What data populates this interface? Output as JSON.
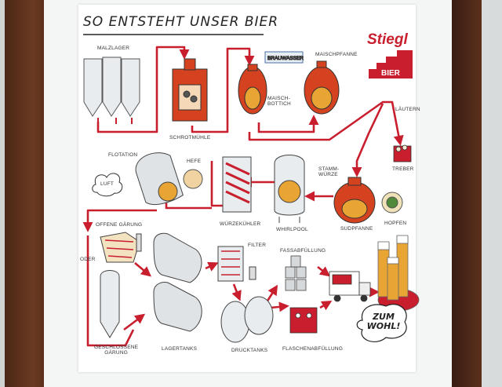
{
  "poster": {
    "title": "So entsteht unser Bier",
    "brand": "Stiegl",
    "brand_sub": "BIER",
    "slogan": "Zum Wohl!"
  },
  "labels": {
    "malzlager": "MALZLAGER",
    "schrotmuehle": "SCHROTMÜHLE",
    "brauwasser": "BRAUWASSER",
    "maischbottich": "MAISCH-\nBOTTICH",
    "maischpfanne": "MAISCHPFANNE",
    "laeutern": "LÄUTERN",
    "treber": "TREBER",
    "flotation": "FLOTATION",
    "hefe": "HEFE",
    "luft": "LUFT",
    "wuerzekuehler": "WÜRZEKÜHLER",
    "whirlpool": "WHIRLPOOL",
    "stammwuerze": "STAMM-\nWÜRZE",
    "sudpfanne": "SUDPFANNE",
    "hopfen": "HOPFEN",
    "offene_gaerung": "OFFENE GÄRUNG",
    "oder": "ODER",
    "geschlossene_gaerung": "GESCHLOSSENE\nGÄRUNG",
    "lagertanks": "LAGERTANKS",
    "filter": "FILTER",
    "drucktanks": "DRUCKTANKS",
    "fassabfuellung": "FASSABFÜLLUNG",
    "flaschenabfuellung": "FLASCHENABFÜLLUNG"
  },
  "colors": {
    "pipe": "#c81e2d",
    "copper": "#d4421f",
    "steel": "#dfe3e6",
    "beer": "#e8a533",
    "frame": "#4a2616"
  }
}
